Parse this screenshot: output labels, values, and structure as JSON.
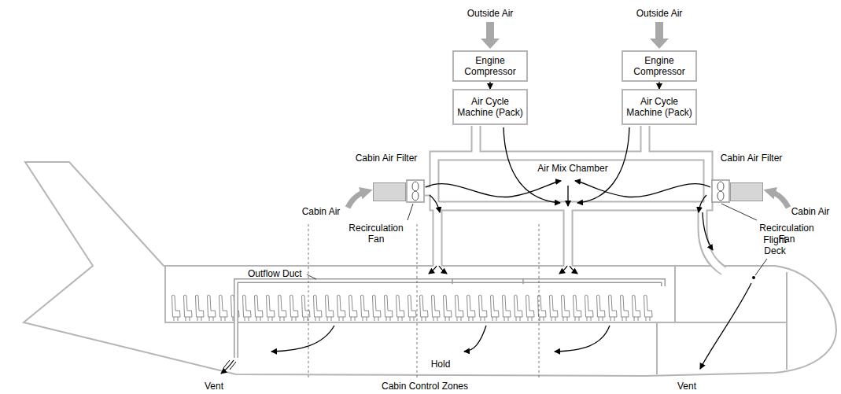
{
  "diagram": {
    "nodes": [
      {
        "text": [
          "Engine Compressor"
        ]
      },
      {
        "text": [
          "Engine Compressor"
        ]
      },
      {
        "text": [
          "Air Cycle Machine (Pack)"
        ]
      },
      {
        "text": [
          "Air Cycle Machine (Pack)"
        ]
      },
      {
        "text": [
          "Cabin Air Filter"
        ]
      },
      {
        "text": [
          "Cabin Air Filter"
        ]
      }
    ],
    "edges": [
      {
        "from": 0,
        "to": 2,
        "arrow": "to"
      },
      {
        "from": 1,
        "to": 3,
        "arrow": "to"
      }
    ],
    "labels": [
      "Outside Air",
      "Outside Air",
      "Air Mix Chamber",
      "Cabin Air",
      "Cabin Air",
      "Recirculation Fan",
      "Recirculation Fan",
      "Flight Deck",
      "Outflow Duct",
      "Hold",
      "Vent",
      "Vent",
      "Cabin Control Zones"
    ]
  }
}
